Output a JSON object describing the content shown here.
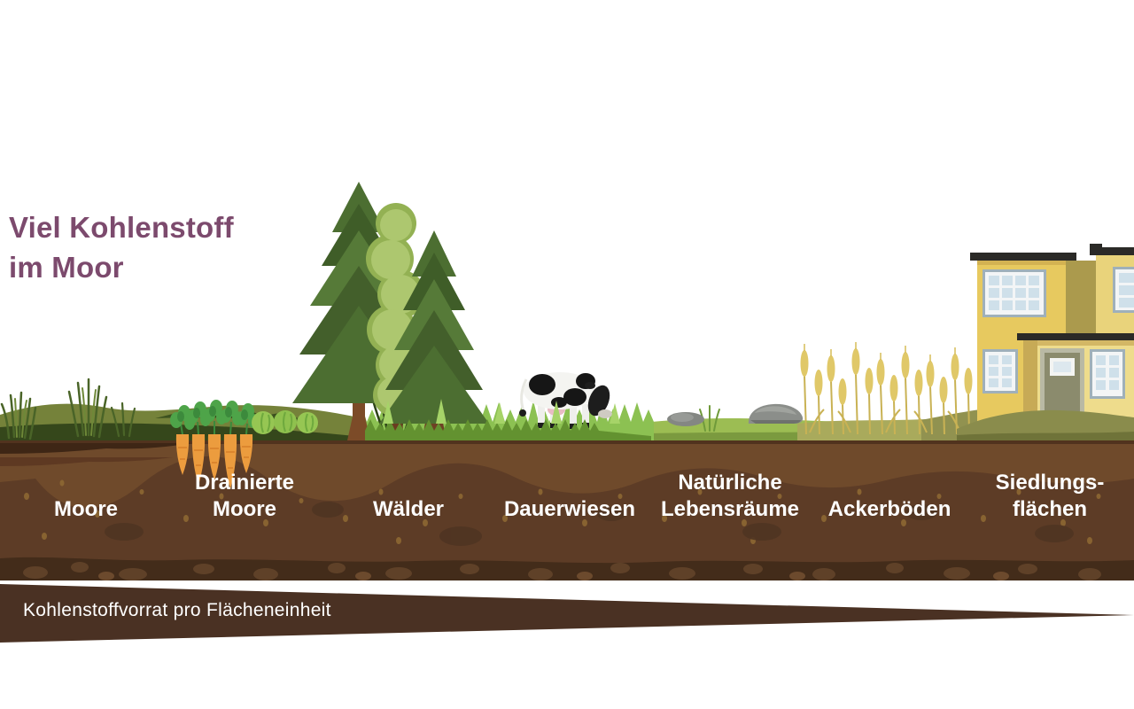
{
  "title": {
    "line1": "Viel Kohlenstoff",
    "line2": "im Moor"
  },
  "ground_labels": {
    "moore": {
      "line1": "Moore"
    },
    "drainierte_moore": {
      "line1": "Drainierte",
      "line2": "Moore"
    },
    "waelder": {
      "line1": "Wälder"
    },
    "dauerwiesen": {
      "line1": "Dauerwiesen"
    },
    "natuerliche_lebensraeume": {
      "line1": "Natürliche",
      "line2": "Lebensräume"
    },
    "ackerboeden": {
      "line1": "Ackerböden"
    },
    "siedlungsflaechen": {
      "line1": "Siedlungs-",
      "line2": "flächen"
    }
  },
  "banner": {
    "label": "Kohlenstoffvorrat pro Flächeneinheit"
  },
  "palette": {
    "title_text": "#7c4a6d",
    "label_text": "#ffffff",
    "soil_main": "#5d3c26",
    "soil_topband": "#6f4a2b",
    "soil_bottom": "#432c1a",
    "wedge_brown": "#4a3123",
    "meadow_green": "#9cbd53",
    "grass_green": "#8cc152",
    "olive_green": "#8a8c4c",
    "fir_green": "#4c6e31",
    "wheat_gold": "#e0c868",
    "house_yellow": "#e7c95f"
  },
  "scene_icons": [
    "moor-grass-icon",
    "carrot-icon",
    "cabbage-icon",
    "fir-tree-icon",
    "broadleaf-tree-icon",
    "cow-icon",
    "rock-icon",
    "wheat-icon",
    "house-icon",
    "soil-cross-section",
    "carbon-stock-wedge"
  ]
}
